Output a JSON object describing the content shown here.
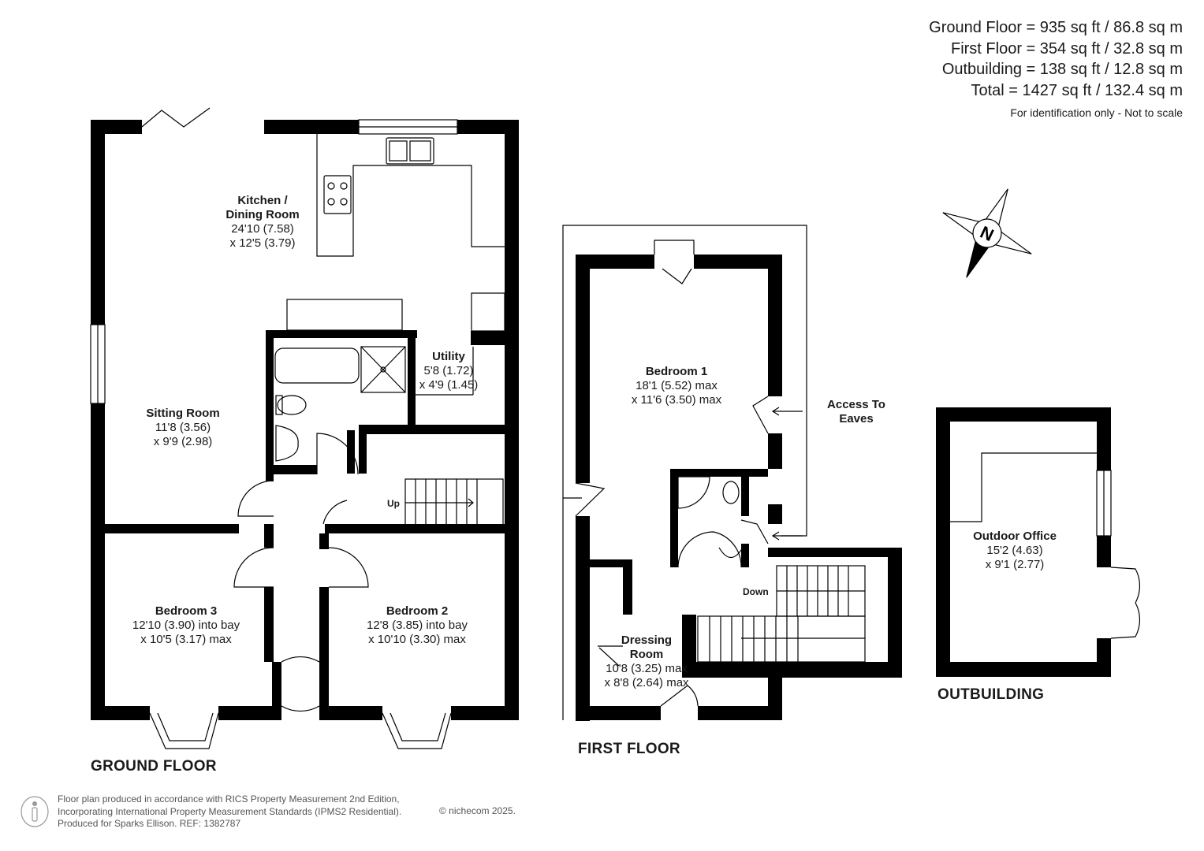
{
  "areas": {
    "lines": [
      "Ground Floor = 935 sq ft / 86.8 sq m",
      "First Floor = 354 sq ft / 32.8 sq m",
      "Outbuilding = 138 sq ft / 12.8 sq m",
      "Total = 1427 sq ft / 132.4 sq m"
    ],
    "note": "For identification only - Not to scale"
  },
  "floors": {
    "ground": "GROUND FLOOR",
    "first": "FIRST FLOOR",
    "outbuilding": "OUTBUILDING"
  },
  "rooms": {
    "kitchen": {
      "name": "Kitchen /",
      "name2": "Dining Room",
      "dim1": "24'10 (7.58)",
      "dim2": "x 12'5 (3.79)"
    },
    "sitting": {
      "name": "Sitting Room",
      "dim1": "11'8 (3.56)",
      "dim2": "x 9'9 (2.98)"
    },
    "utility": {
      "name": "Utility",
      "dim1": "5'8 (1.72)",
      "dim2": "x 4'9 (1.45)"
    },
    "bedroom3": {
      "name": "Bedroom 3",
      "dim1": "12'10 (3.90) into bay",
      "dim2": "x 10'5 (3.17) max"
    },
    "bedroom2": {
      "name": "Bedroom 2",
      "dim1": "12'8 (3.85) into bay",
      "dim2": "x 10'10 (3.30) max"
    },
    "bedroom1": {
      "name": "Bedroom 1",
      "dim1": "18'1 (5.52) max",
      "dim2": "x 11'6 (3.50) max"
    },
    "dressing": {
      "name": "Dressing",
      "name2": "Room",
      "dim1": "10'8 (3.25) max",
      "dim2": "x 8'8 (2.64) max"
    },
    "office": {
      "name": "Outdoor Office",
      "dim1": "15'2 (4.63)",
      "dim2": "x 9'1 (2.77)"
    }
  },
  "annotations": {
    "up": "Up",
    "down": "Down",
    "eaves1": "Access To",
    "eaves2": "Eaves",
    "compass": "N"
  },
  "footer": {
    "line1": "Floor plan produced in accordance with RICS Property Measurement 2nd Edition,",
    "line2": "Incorporating International Property Measurement Standards (IPMS2 Residential).",
    "line3": "Produced for Sparks Ellison.   REF: 1382787",
    "copyright": "© nichecom 2025."
  }
}
